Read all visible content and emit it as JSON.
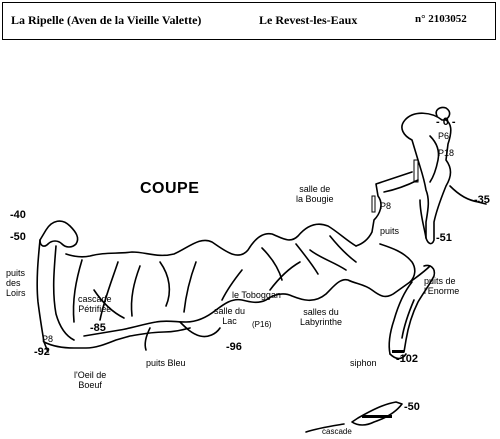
{
  "header": {
    "cave_name": "La Ripelle (Aven de la Vieille Valette)",
    "commune": "Le Revest-les-Eaux",
    "reference": "n° 2103052"
  },
  "survey": {
    "view_title": "COUPE",
    "labels": {
      "depth_0": "- 0 -",
      "p6": "P6",
      "p18": "P18",
      "salle_bougie": "salle de\nla Bougie",
      "p8_top": "P8",
      "puits": "puits",
      "depth_35": "-35",
      "depth_51": "-51",
      "depth_40": "-40",
      "depth_50": "-50",
      "puits_loirs": "puits\ndes\nLoirs",
      "cascade": "cascade\nPétrifiée",
      "depth_85": "-85",
      "p8_bottom": "P8",
      "depth_92": "-92",
      "oeil_boeuf": "l'Oeil de\nBoeuf",
      "puits_bleu": "puits Bleu",
      "toboggan": "le Toboggan",
      "salle_lac": "salle du\nLac",
      "p16": "(P16)",
      "depth_96": "-96",
      "labyrinthe": "salles du\nLabyrinthe",
      "puits_enorme": "puits de\nl'Enorme",
      "siphon": "siphon",
      "depth_102": "-102",
      "depth_50_bottom": "-50",
      "cascade_bottom": "cascade"
    }
  }
}
